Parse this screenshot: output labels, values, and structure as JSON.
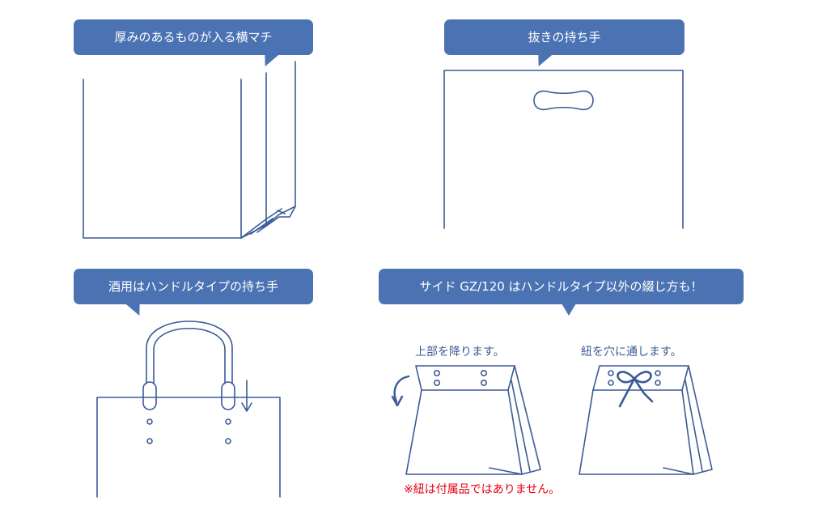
{
  "callouts": {
    "gusset": "厚みのあるものが入る横マチ",
    "die_cut": "抜きの持ち手",
    "liquor": "酒用はハンドルタイプの持ち手",
    "side_gz": "サイド GZ/120 はハンドルタイプ以外の綴じ方も！"
  },
  "steps": {
    "fold_top": "上部を降ります。",
    "thread": "紐を穴に通します。"
  },
  "note": "※紐は付属品ではありません。",
  "colors": {
    "accent": "#4b73b3",
    "line": "#3a5a96",
    "warning": "#e60012"
  }
}
